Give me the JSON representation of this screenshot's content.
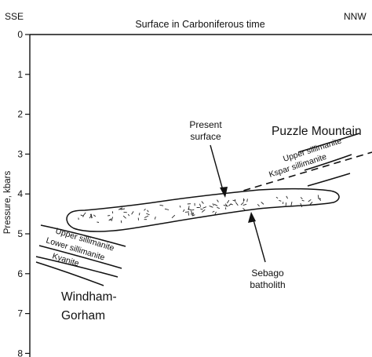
{
  "header": {
    "left_direction": "SSE",
    "title": "Surface in Carboniferous time",
    "right_direction": "NNW"
  },
  "y_axis": {
    "label": "Pressure, kbars",
    "ticks": [
      "0",
      "1",
      "2",
      "3",
      "4",
      "5",
      "6",
      "7",
      "8"
    ]
  },
  "labels": {
    "puzzle_mountain": "Puzzle Mountain",
    "windham_line1": "Windham-",
    "windham_line2": "Gorham",
    "present_surface_line1": "Present",
    "present_surface_line2": "surface",
    "sebago_line1": "Sebago",
    "sebago_line2": "batholith"
  },
  "isograds": {
    "right_upper_sillimanite": "Upper sillimanite",
    "right_kspar_sillimanite": "Kspar sillimanite",
    "left_upper_sillimanite": "Upper sillimanite",
    "left_lower_sillimanite": "Lower sillimanite",
    "left_kyanite": "Kyanite"
  }
}
